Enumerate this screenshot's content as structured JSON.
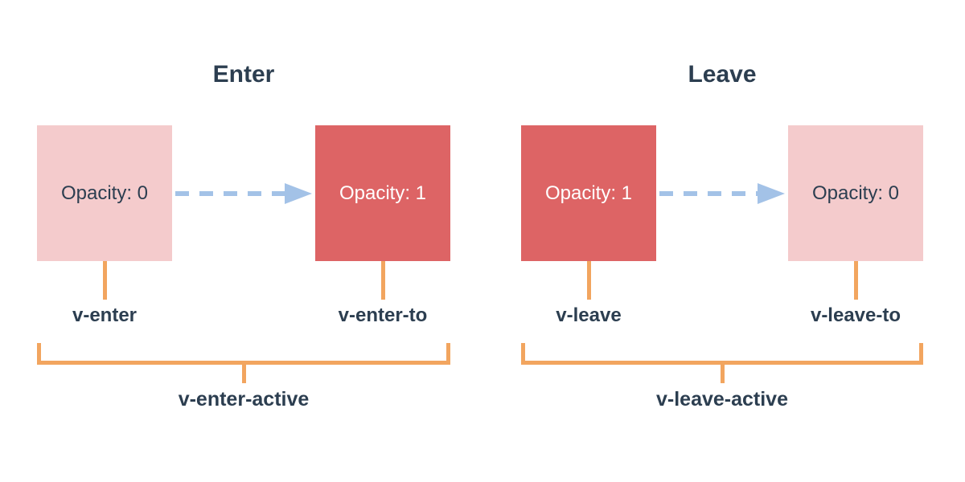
{
  "colors": {
    "pink": "#f4cbcc",
    "red": "#dd6465",
    "blue": "#a3c2e7",
    "orange": "#f2a55f",
    "navy": "#2c3e50",
    "white_text": "#ffffff",
    "background": "#ffffff"
  },
  "panels": [
    {
      "title": "Enter",
      "from_box": {
        "label": "Opacity: 0",
        "style": "faded"
      },
      "to_box": {
        "label": "Opacity: 1",
        "style": "solid"
      },
      "from_class": "v-enter",
      "to_class": "v-enter-to",
      "active_class": "v-enter-active"
    },
    {
      "title": "Leave",
      "from_box": {
        "label": "Opacity: 1",
        "style": "solid"
      },
      "to_box": {
        "label": "Opacity: 0",
        "style": "faded"
      },
      "from_class": "v-leave",
      "to_class": "v-leave-to",
      "active_class": "v-leave-active"
    }
  ]
}
